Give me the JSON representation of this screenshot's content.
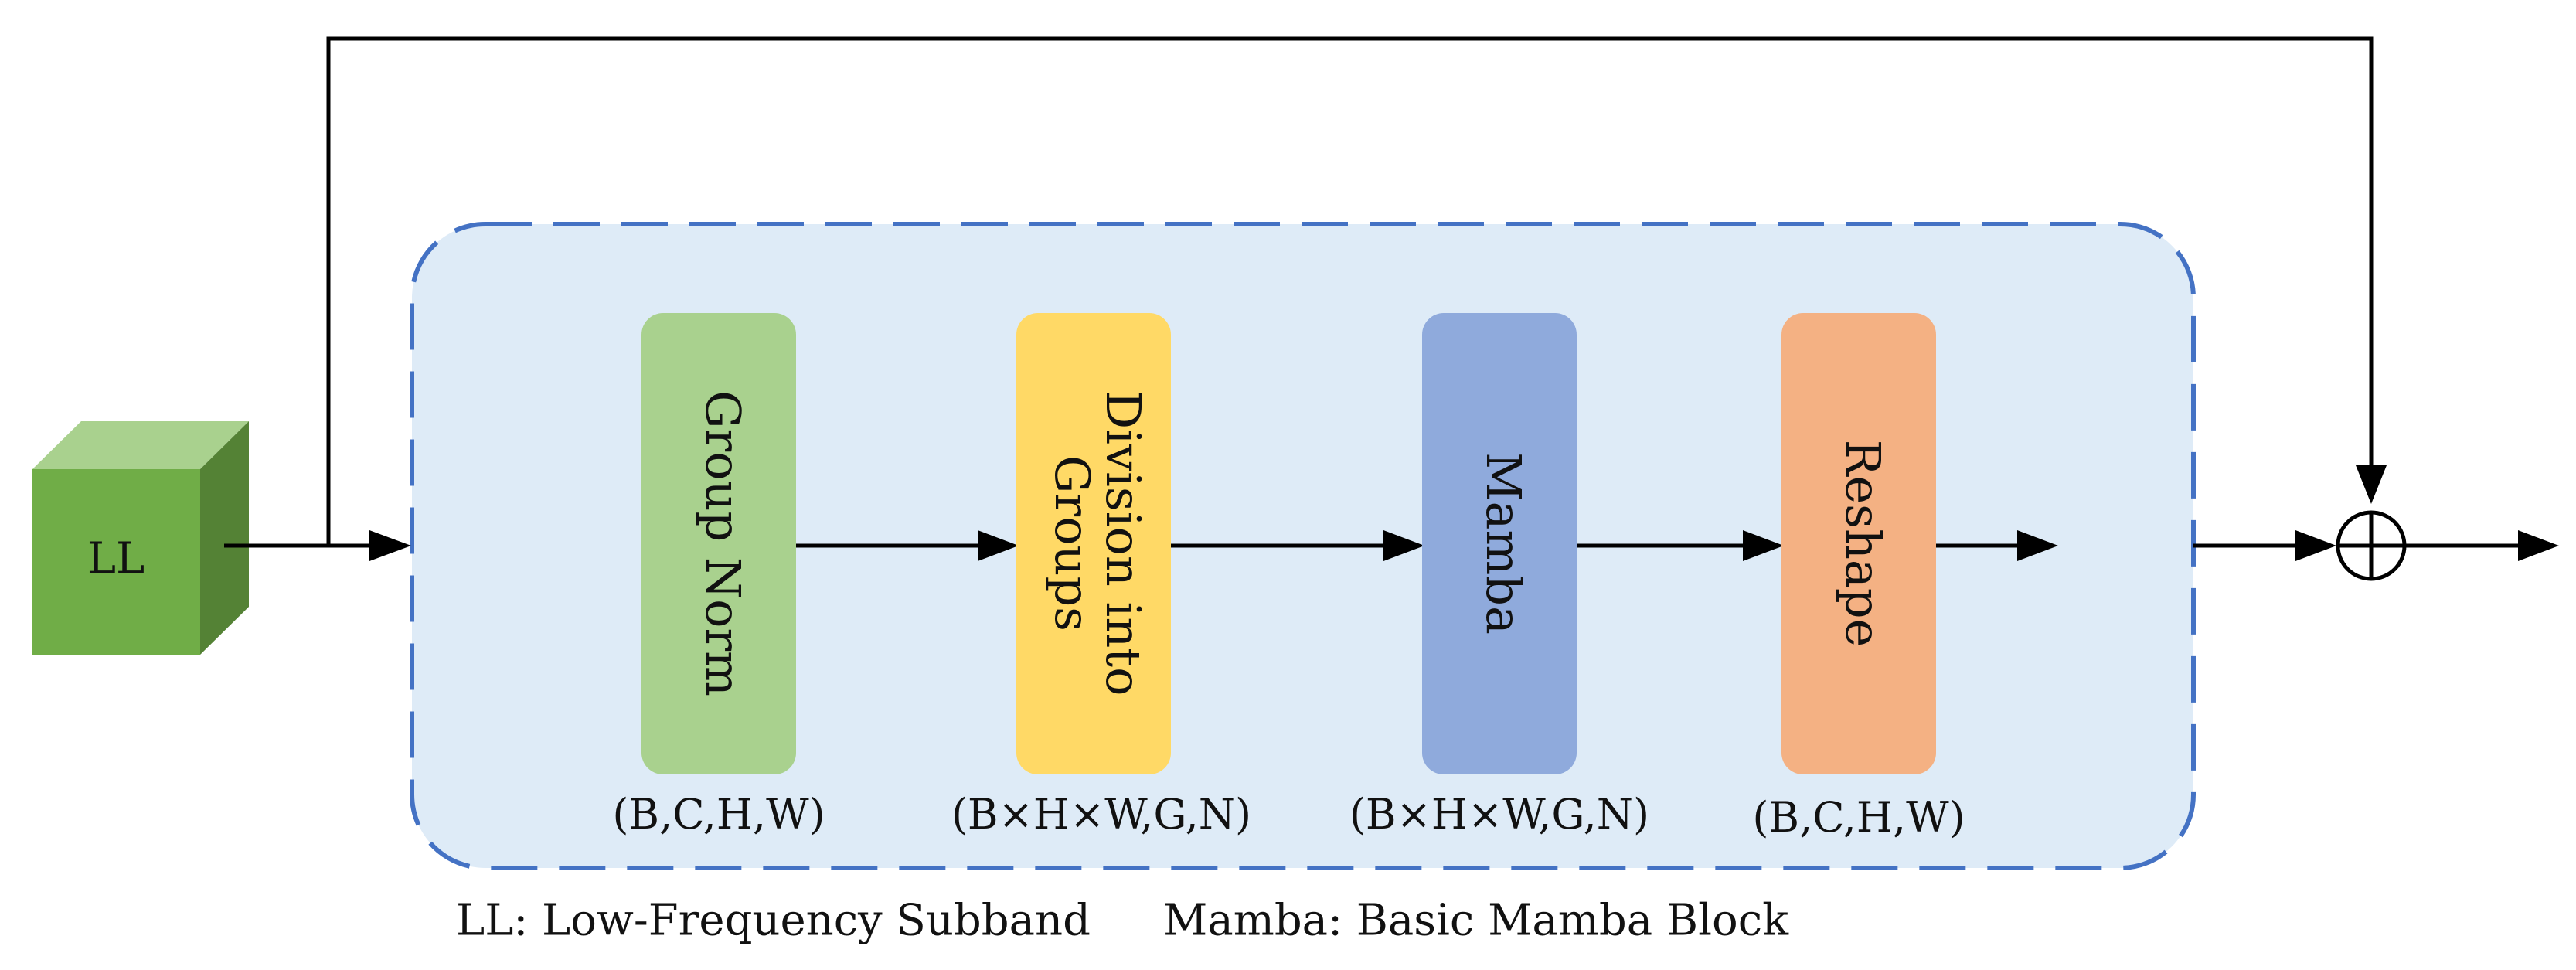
{
  "input": {
    "label": "LL"
  },
  "blocks": [
    {
      "label": "Group Norm",
      "dims": "(B,C,H,W)",
      "color": "#a9d18e"
    },
    {
      "label_lines": [
        "Division into",
        "Groups"
      ],
      "dims": "(B×H×W,G,N)",
      "color": "#ffd966"
    },
    {
      "label": "Mamba",
      "dims": "(B×H×W,G,N)",
      "color": "#8faadc"
    },
    {
      "label": "Reshape",
      "dims": "(B,C,H,W)",
      "color": "#f4b183"
    }
  ],
  "container": {
    "fill": "#deebf7",
    "stroke": "#4472c4"
  },
  "cube_colors": {
    "front": "#70ad47",
    "top": "#a9d18e",
    "side": "#548235"
  },
  "legend": {
    "ll": "LL: Low-Frequency Subband",
    "mamba": "Mamba: Basic Mamba Block"
  }
}
